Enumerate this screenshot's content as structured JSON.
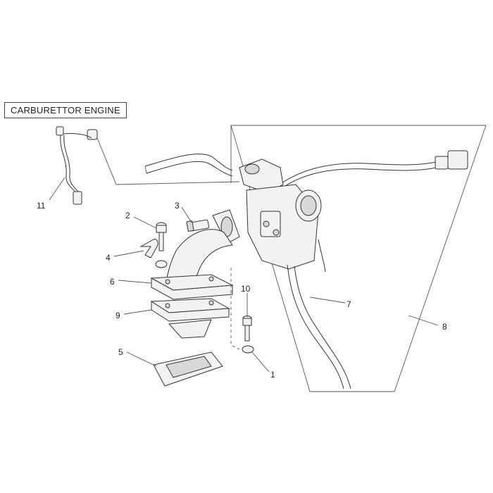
{
  "title": "CARBURETTOR ENGINE",
  "callouts": [
    "1",
    "2",
    "3",
    "4",
    "5",
    "6",
    "7",
    "8",
    "9",
    "10",
    "11"
  ]
}
